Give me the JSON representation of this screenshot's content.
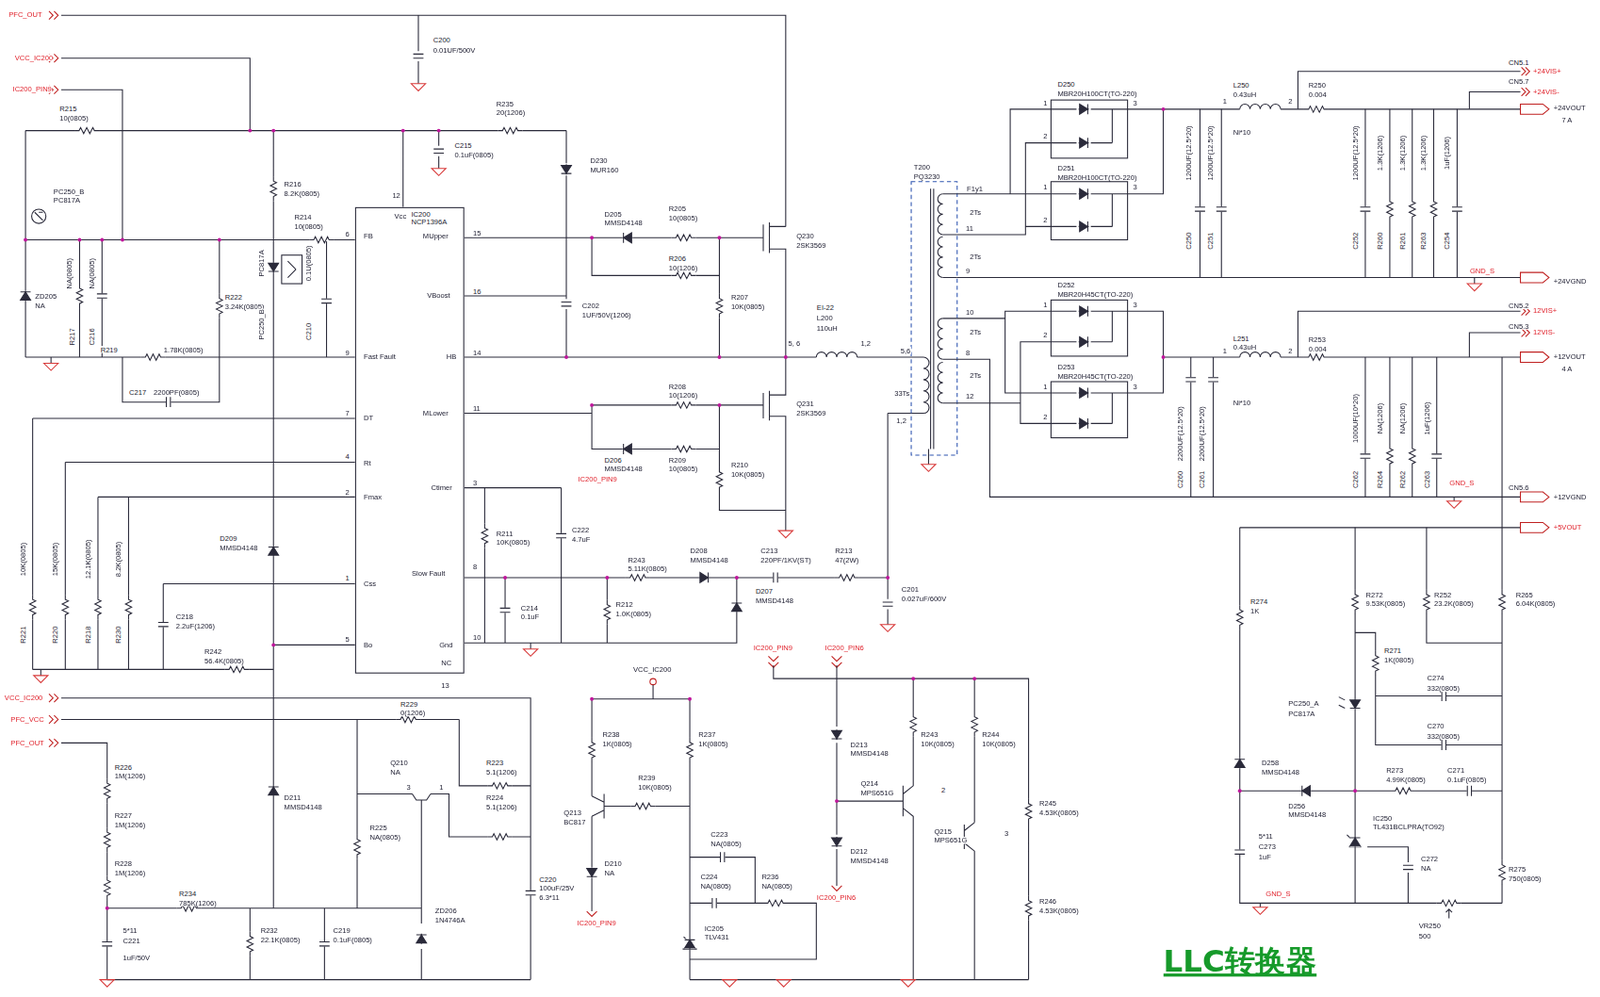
{
  "diagram": {
    "title": "LLC转换器",
    "nodes": [
      {
        "text": [
          "IC200",
          "NCP1396A"
        ]
      }
    ],
    "labels": [
      "PFC_OUT",
      "VCC_IC200",
      "IC200_PIN9",
      "C200",
      "0.01UF/500V",
      "R215",
      "10(0805)",
      "R235",
      "20(1206)",
      "C215",
      "0.1uF(0805)",
      "D230",
      "MUR160",
      "PC250_B",
      "PC817A",
      "R216",
      "8.2K(0805)",
      "R214",
      "10(0805)",
      "6",
      "FB",
      "12",
      "Vcc",
      "MUpper",
      "15",
      "D205",
      "MMSD4148",
      "R205",
      "10(0805)",
      "R206",
      "10(1206)",
      "Q230",
      "2SK3569",
      "NA(0805)",
      "NA(0805)",
      "ZD205",
      "NA",
      "R217",
      "C216",
      "R222",
      "3.24K(0805)",
      "PC817A",
      "PC250_B",
      "0.1U(0805)",
      "C210",
      "16",
      "VBoost",
      "R207",
      "10K(0805)",
      "C202",
      "1UF/50V(1206)",
      "R219",
      "1.78K(0805)",
      "9",
      "Fast Fault",
      "HB",
      "14",
      "5, 6",
      "EI-22",
      "L200",
      "110uH",
      "1,2",
      "C217",
      "2200PF(0805)",
      "7",
      "DT",
      "MLower",
      "11",
      "R208",
      "10(1206)",
      "D206",
      "MMSD4148",
      "R209",
      "10(0805)",
      "Q231",
      "2SK3569",
      "R210",
      "10K(0805)",
      "4",
      "Rt",
      "2",
      "Fmax",
      "3",
      "Ctimer",
      "IC200_PIN9",
      "R211",
      "10K(0805)",
      "C222",
      "4.7uF",
      "D209",
      "MMSD4148",
      "R243",
      "5.11K(0805)",
      "D208",
      "MMSD4148",
      "C213",
      "220PF/1KV(ST)",
      "R213",
      "47(2W)",
      "8",
      "Slow Fault",
      "D207",
      "MMSD4148",
      "C201",
      "0.027uF/600V",
      "C214",
      "0.1uF",
      "R212",
      "1.0K(0805)",
      "10K(0805)",
      "R221",
      "15K(0805)",
      "R220",
      "12.1K(0805)",
      "R218",
      "8.2K(0805)",
      "R230",
      "1",
      "Css",
      "C218",
      "2.2uF(1206)",
      "R242",
      "56.4K(0805)",
      "5",
      "Bo",
      "10",
      "Gnd",
      "NC",
      "13",
      "T200",
      "PQ3230",
      "F1y1",
      "2Ts",
      "11",
      "2Ts",
      "9",
      "10",
      "2Ts",
      "8",
      "2Ts",
      "12",
      "5,6",
      "33Ts",
      "1,2",
      "D250",
      "MBR20H100CT(TO-220)",
      "D251",
      "MBR20H100CT(TO-220)",
      "D252",
      "MBR20H45CT(TO-220)",
      "D253",
      "MBR20H45CT(TO-220)",
      "1",
      "2",
      "3",
      "1",
      "2",
      "3",
      "1",
      "2",
      "3",
      "1",
      "2",
      "3",
      "L250",
      "0.43uH",
      "Ni*10",
      "1",
      "2",
      "R250",
      "0.004",
      "CN5.1",
      "+24VIS+",
      "CN5.7",
      "+24VIS-",
      "+24VOUT",
      "7 A",
      "1200UF(12.5*20)",
      "1200UF(12.5*20)",
      "C250",
      "C251",
      "1200UF(12.5*20)",
      "C252",
      "1.3K(1206)",
      "R260",
      "1.3K(1206)",
      "R261",
      "1.3K(1206)",
      "R263",
      "1uF(1206)",
      "C254",
      "GND_S",
      "+24VGND",
      "CN5.2",
      "12VIS+",
      "CN5.3",
      "12VIS-",
      "+12VOUT",
      "4 A",
      "L251",
      "0.43uH",
      "Ni*10",
      "1",
      "2",
      "R253",
      "0.004",
      "2200UF(12.5*20)",
      "2200UF(12.5*20)",
      "C260",
      "C261",
      "1000UF(10*20)",
      "C262",
      "NA(1206)",
      "R264",
      "NA(1206)",
      "R262",
      "1uF(1206)",
      "C263",
      "GND_S",
      "CN5.6",
      "+12VGND",
      "+5VOUT",
      "R274",
      "1K",
      "R272",
      "9.53K(0805)",
      "R252",
      "23.2K(0805)",
      "R265",
      "6.04K(0805)",
      "R271",
      "1K(0805)",
      "C274",
      "332(0805)",
      "PC250_A",
      "PC817A",
      "C270",
      "332(0805)",
      "R273",
      "4.99K(0805)",
      "C271",
      "0.1uF(0805)",
      "D258",
      "MMSD4148",
      "D256",
      "MMSD4148",
      "IC250",
      "TL431BCLPRA(TO92)",
      "5*11",
      "C273",
      "1uF",
      "C272",
      "NA",
      "R275",
      "750(0805)",
      "VR250",
      "500",
      "GND_S",
      "VCC_IC200",
      "PFC_VCC",
      "PFC_OUT",
      "R229",
      "0(1206)",
      "Q210",
      "NA",
      "3",
      "1",
      "R226",
      "1M(1206)",
      "R227",
      "1M(1206)",
      "R228",
      "1M(1206)",
      "R223",
      "5.1(1206)",
      "R224",
      "5.1(1206)",
      "R225",
      "NA(0805)",
      "D211",
      "MMSD4148",
      "R234",
      "785K(1206)",
      "5*11",
      "C221",
      "1uF/50V",
      "R232",
      "22.1K(0805)",
      "C219",
      "0.1uF(0805)",
      "ZD206",
      "1N4746A",
      "C220",
      "100uF/25V",
      "6.3*11",
      "VCC_IC200",
      "R238",
      "1K(0805)",
      "R237",
      "1K(0805)",
      "R239",
      "10K(0805)",
      "Q213",
      "BC817",
      "D210",
      "NA",
      "IC200_PIN9",
      "C223",
      "NA(0805)",
      "C224",
      "NA(0805)",
      "R236",
      "NA(0805)",
      "IC205",
      "TLV431",
      "IC200_PIN9",
      "IC200_PIN6",
      "D213",
      "MMSD4148",
      "D212",
      "MMSD4148",
      "IC200_PIN6",
      "Q214",
      "MPS651G",
      "2",
      "R243",
      "10K(0805)",
      "R244",
      "10K(0805)",
      "Q215",
      "MPS651G",
      "3",
      "R245",
      "4.53K(0805)",
      "R246",
      "4.53K(0805)"
    ]
  }
}
